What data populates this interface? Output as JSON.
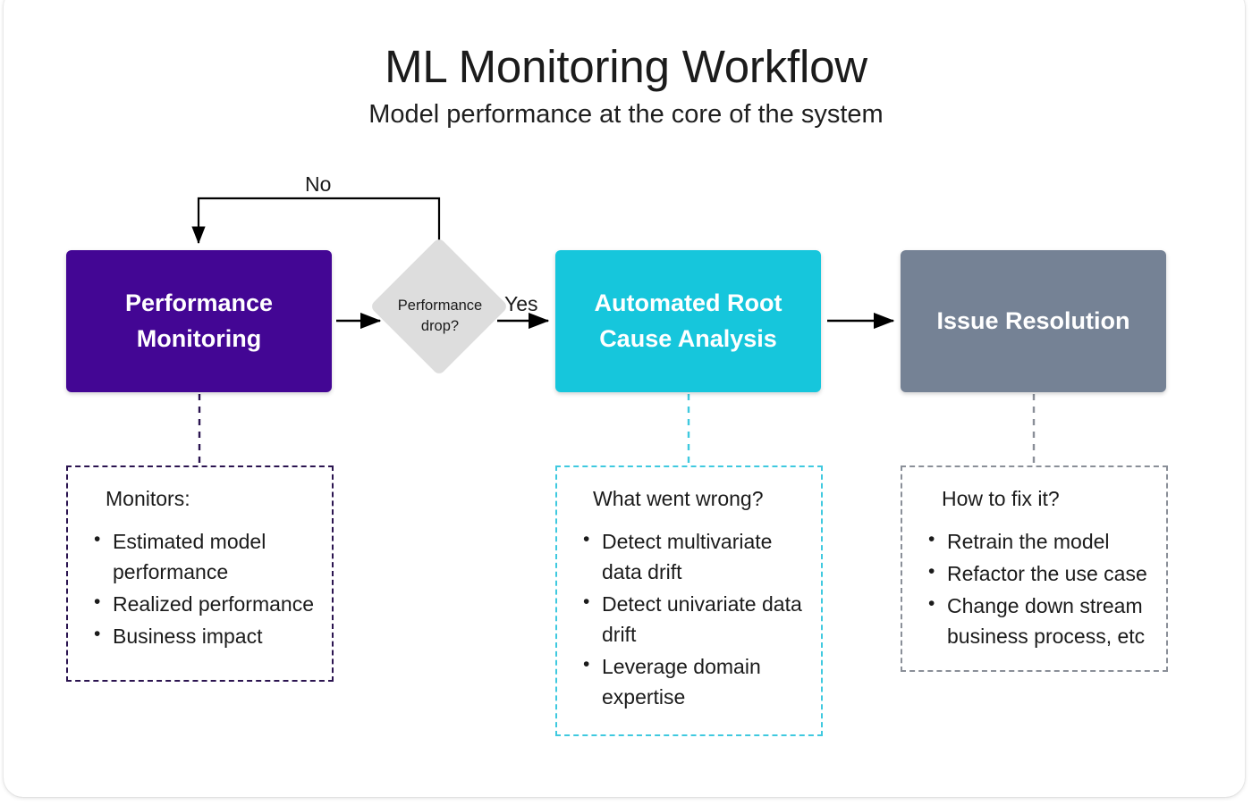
{
  "header": {
    "title": "ML Monitoring Workflow",
    "subtitle": "Model performance at the core of the system"
  },
  "colors": {
    "purple": "#430694",
    "cyan": "#16C6DC",
    "gray": "#758295",
    "diamond": "#dddddd",
    "text_dark": "#1b1b1b",
    "background": "#ffffff"
  },
  "nodes": {
    "performance_monitoring": {
      "label": "Performance Monitoring",
      "type": "process",
      "color": "#430694"
    },
    "decision": {
      "label": "Performance drop?",
      "type": "decision",
      "color": "#dddddd"
    },
    "root_cause": {
      "label": "Automated Root Cause Analysis",
      "type": "process",
      "color": "#16C6DC"
    },
    "issue_resolution": {
      "label": "Issue Resolution",
      "type": "process",
      "color": "#758295"
    }
  },
  "edges": {
    "no_label": "No",
    "yes_label": "Yes"
  },
  "details": {
    "monitors": {
      "heading": "Monitors:",
      "items": [
        "Estimated model performance",
        "Realized performance",
        "Business impact"
      ],
      "border_color": "#2b1450"
    },
    "what_went_wrong": {
      "heading": "What went wrong?",
      "items": [
        "Detect multivariate data drift",
        "Detect univariate data drift",
        "Leverage domain expertise"
      ],
      "border_color": "#3FC9DF"
    },
    "how_to_fix": {
      "heading": "How to fix it?",
      "items": [
        "Retrain the model",
        "Refactor the use case",
        "Change down stream business process, etc"
      ],
      "border_color": "#8a8f98"
    }
  }
}
